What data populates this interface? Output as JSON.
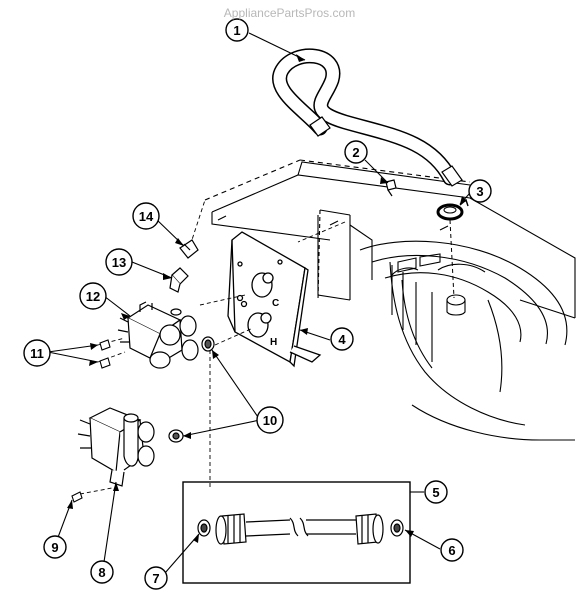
{
  "watermark": "AppliancePartsPros.com",
  "plate_letters": {
    "cold": "C",
    "hot": "H"
  },
  "callouts": [
    {
      "id": "callout-1",
      "number": "1"
    },
    {
      "id": "callout-2",
      "number": "2"
    },
    {
      "id": "callout-3",
      "number": "3"
    },
    {
      "id": "callout-4",
      "number": "4"
    },
    {
      "id": "callout-5",
      "number": "5"
    },
    {
      "id": "callout-6",
      "number": "6"
    },
    {
      "id": "callout-7",
      "number": "7"
    },
    {
      "id": "callout-8",
      "number": "8"
    },
    {
      "id": "callout-9",
      "number": "9"
    },
    {
      "id": "callout-10",
      "number": "10"
    },
    {
      "id": "callout-11",
      "number": "11"
    },
    {
      "id": "callout-12",
      "number": "12"
    },
    {
      "id": "callout-13",
      "number": "13"
    },
    {
      "id": "callout-14",
      "number": "14"
    }
  ]
}
